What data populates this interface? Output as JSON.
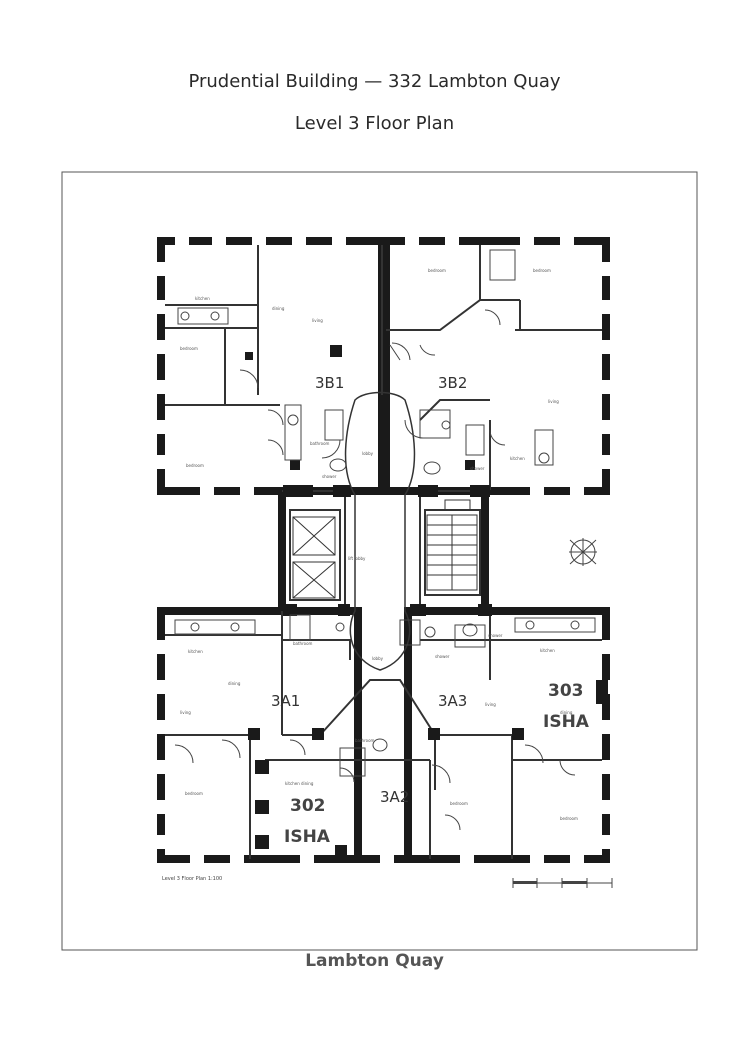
{
  "header": {
    "title": "Prudential Building — 332 Lambton Quay",
    "subtitle": "Level 3 Floor Plan"
  },
  "units": [
    {
      "id": "3B1",
      "label": "3B1"
    },
    {
      "id": "3B2",
      "label": "3B2"
    },
    {
      "id": "3A1",
      "label": "3A1"
    },
    {
      "id": "3A2",
      "label": "3A2"
    },
    {
      "id": "3A3",
      "label": "3A3"
    }
  ],
  "highlights": [
    {
      "number": "303",
      "name": "ISHA"
    },
    {
      "number": "302",
      "name": "ISHA"
    }
  ],
  "drawing_caption": "Level 3 Floor Plan 1:100",
  "street_label": "Lambton Quay"
}
